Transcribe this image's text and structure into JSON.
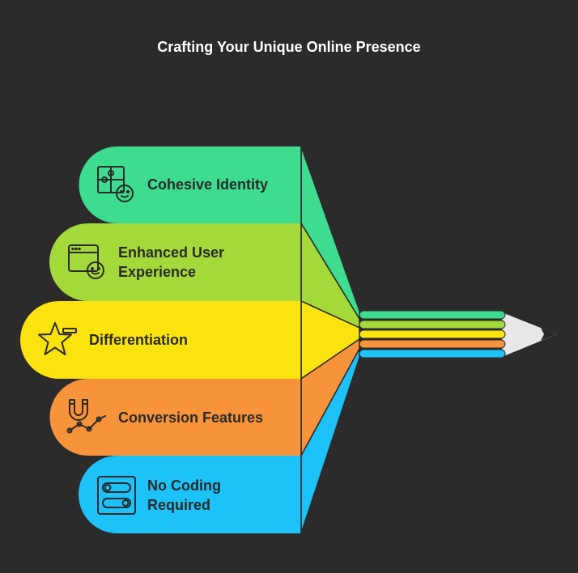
{
  "title": "Crafting Your Unique Online Presence",
  "items": [
    {
      "label": "Cohesive Identity",
      "color": "#3ddc8f",
      "icon": "puzzle-face-icon"
    },
    {
      "label": "Enhanced User Experience",
      "color": "#a4d93a",
      "icon": "browser-face-icon"
    },
    {
      "label": "Differentiation",
      "color": "#fbe30f",
      "icon": "star-icon"
    },
    {
      "label": "Conversion Features",
      "color": "#f7933b",
      "icon": "magnet-graph-icon"
    },
    {
      "label": "No Coding Required",
      "color": "#1dc3f8",
      "icon": "toggle-switches-icon"
    }
  ],
  "colors": {
    "background": "#2b2b2b",
    "pencil_tip": "#e8e8e8",
    "outline": "#2a2a2a"
  }
}
